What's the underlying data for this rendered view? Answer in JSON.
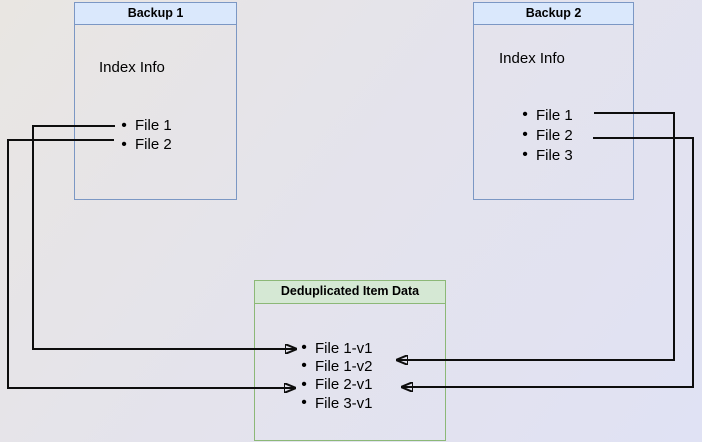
{
  "backup1": {
    "title": "Backup 1",
    "index_label": "Index Info",
    "files": [
      "File 1",
      "File 2"
    ]
  },
  "backup2": {
    "title": "Backup 2",
    "index_label": "Index Info",
    "files": [
      "File 1",
      "File 2",
      "File 3"
    ]
  },
  "dedup": {
    "title": "Deduplicated Item Data",
    "items": [
      "File 1-v1",
      "File 1-v2",
      "File 2-v1",
      "File 3-v1"
    ]
  },
  "colors": {
    "backup_title_fill": "#dae8fc",
    "backup_border": "#6c8ebf",
    "dedup_title_fill": "#d5e8d4",
    "dedup_border": "#82b366",
    "arrow": "#000000"
  },
  "connections": [
    {
      "from": "Backup 1 / File 1",
      "to": "File 1-v1"
    },
    {
      "from": "Backup 1 / File 2",
      "to": "File 2-v1"
    },
    {
      "from": "Backup 2 / File 1",
      "to": "File 1-v2"
    },
    {
      "from": "Backup 2 / File 2",
      "to": "File 2-v1"
    }
  ]
}
